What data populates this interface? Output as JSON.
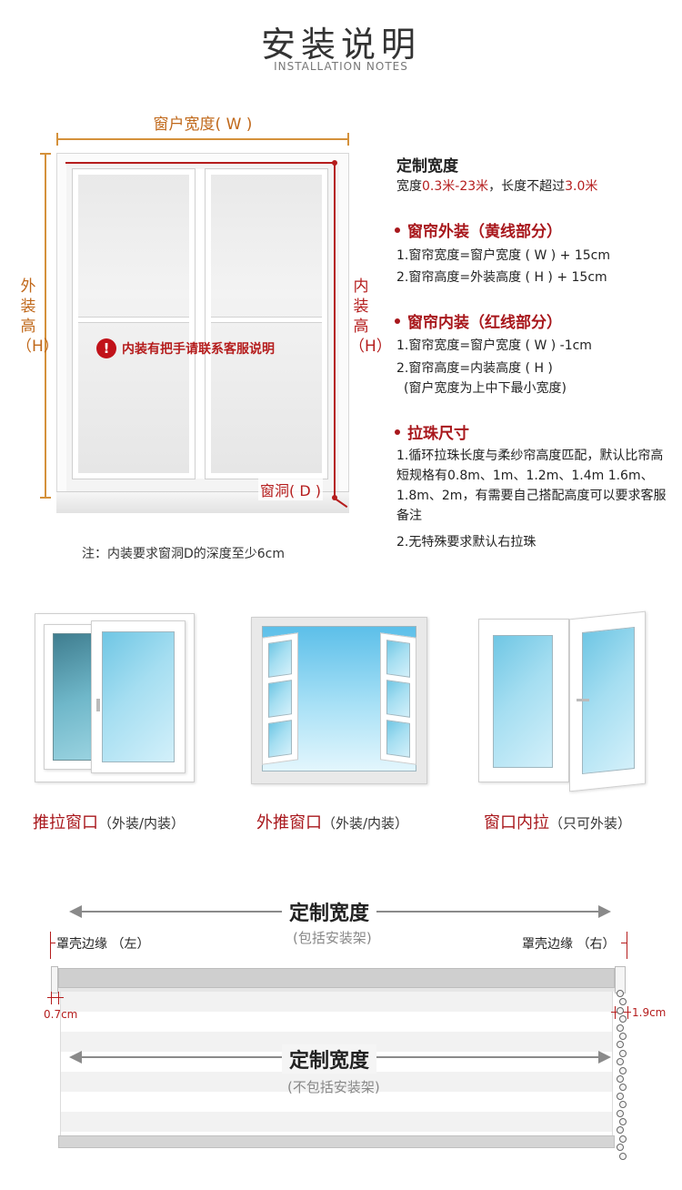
{
  "header": {
    "title": "安装说明",
    "subtitle": "INSTALLATION NOTES"
  },
  "diagram": {
    "width_label": "窗户宽度( W )",
    "outer_height_label": "外装高（H）",
    "inner_height_label": "内装高（H）",
    "depth_label": "窗洞( D )",
    "warning": "内装有把手请联系客服说明",
    "note": "注：内装要求窗洞D的深度至少6cm"
  },
  "spec": {
    "custom_width_title": "定制宽度",
    "custom_width_prefix": "宽度",
    "custom_width_range": "0.3米-23米",
    "custom_width_mid": "，长度不超过",
    "custom_width_max": "3.0米",
    "outer": {
      "title": "窗帘外装（黄线部分）",
      "items": [
        "1.窗帘宽度=窗户宽度 ( W ) + 15cm",
        "2.窗帘高度=外装高度 ( H ) + 15cm"
      ]
    },
    "inner": {
      "title": "窗帘内装（红线部分）",
      "items": [
        "1.窗帘宽度=窗户宽度 ( W ) -1cm",
        "2.窗帘高度=内装高度 ( H )",
        "(窗户宽度为上中下最小宽度)"
      ]
    },
    "bead": {
      "title": "拉珠尺寸",
      "items": [
        "1.循环拉珠长度与柔纱帘高度匹配，默认比帘高短规格有0.8m、1m、1.2m、1.4m 1.6m、1.8m、2m，有需要自己搭配高度可以要求客服备注",
        "2.无特殊要求默认右拉珠"
      ]
    }
  },
  "window_types": [
    {
      "name": "推拉窗口",
      "note": "（外装/内装）"
    },
    {
      "name": "外推窗口",
      "note": "（外装/内装）"
    },
    {
      "name": "窗口内拉",
      "note": "（只可外装）"
    }
  ],
  "blind": {
    "top_title": "定制宽度",
    "top_note": "(包括安装架)",
    "left_edge": "罩壳边缘 （左）",
    "right_edge": "罩壳边缘 （右）",
    "left_gap": "0.7cm",
    "right_gap": "1.9cm",
    "bottom_title": "定制宽度",
    "bottom_note": "(不包括安装架)"
  },
  "colors": {
    "accent_orange": "#c0681a",
    "accent_red": "#a8171c"
  }
}
